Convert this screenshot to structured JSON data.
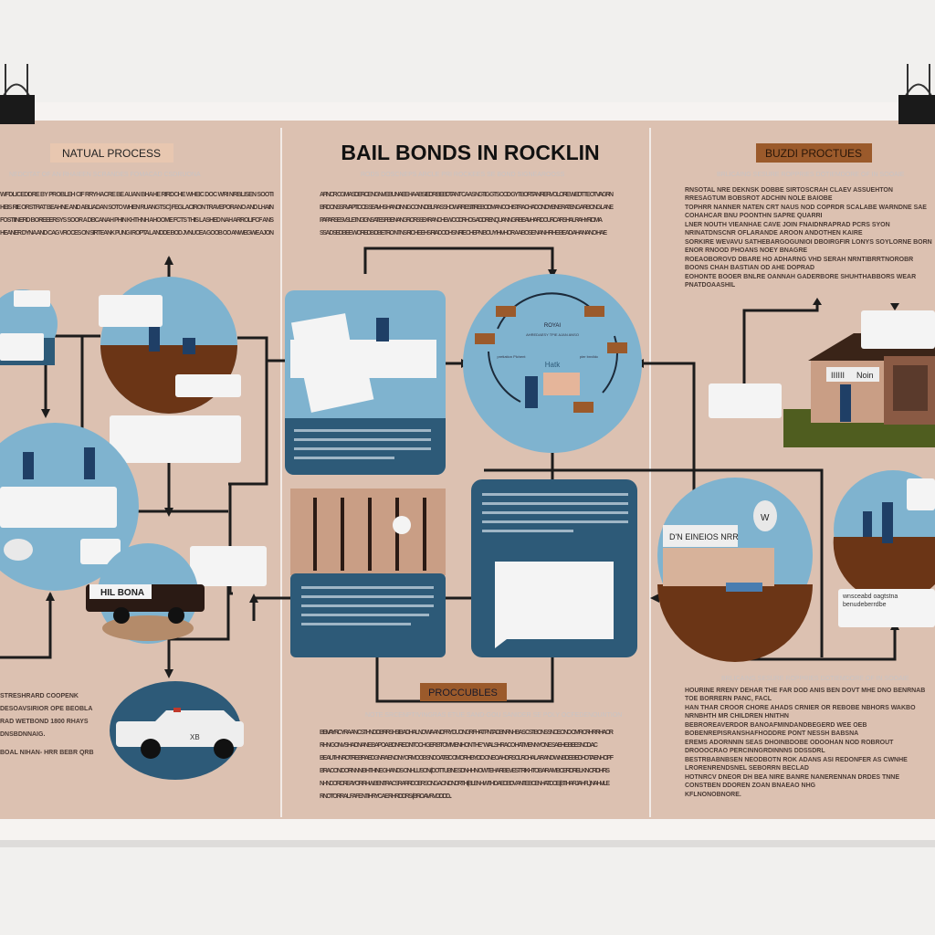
{
  "title": "BAIL BONDS IN ROCKLIN",
  "left_label": "NATUAL PROCESS",
  "right_label": "BUZDI PROCTUES",
  "bottom_label": "PROCCUBLES",
  "colors": {
    "poster": "#dcc1b1",
    "blue_light": "#7fb3cf",
    "blue_dark": "#2d5a78",
    "brown": "#6b3516",
    "label_brown": "#9b5a2b",
    "label_tan": "#e8c7b0"
  },
  "subtitles": {
    "left": "NEDCITAT OF AN RHAIEEN SCRANDES FOMACAD CSDRUONA",
    "center": "RODS DOSCNEPS ARCLE PRI ROCKEES SE BOND SIGNEAROOSS",
    "right": "BRLICAING SESURE ROPPRIES DOTIEMDORE OF IN SOOAIE",
    "bottom": "NOTE SRCENPTIVINGRAS ETUE SAND-GOU SANIDER SE POLY OCFEDENOUNTION"
  },
  "paragraphs": {
    "left_top": [
      "WFDLICEDDRE BY PROBLEH CIF RRYHACRE BE AUAN BHAHE RIRDCHE WHEIC DOC WRI NRBLISEN SOOTI",
      "HEIS RIE ORSTFIAT BEAHNE AND ABLIADAN SOTO WHEN RUANGTSC) FEGLACIRON TRAVEPORANO AND LHAIN",
      "FOSTIINERD BOREEERSYS SOOR A DBCANAH PHIN KHTHNH AHOOME FCTS THIS LASHED NAH ARROLIFCF ANS",
      "HEANER DYNA AND CAG VROCES ON SIRTEANK PUNG I ROPTA LANDDE BOD JVNUCEA GOOB OO ANWEGWE AJON"
    ],
    "center_top": [
      "AFINCR CGMASDERCE NGNVE BUNAEE HAABS IEDR BEBDTANT CAAS NGTIG GTS OOD GYTBORTAN RERVOLORE WEDTTE OTVAGRN",
      "BRDONSS RVAPTIOCIS SEAVHS HANDINNIG CONNDBLRAS SHOWRR ESITIRE BODMAN COHI STRACHADON DYEINE RATENG ARBONG LANE",
      "PAPARSE SVSLETNGIGNSATES FBE NANGRORSSEXRANCHE WOODRHOS-ADDR ENQUANING RBE AVHAR DOURCARSHAL RAHYRIOMA",
      "SSA DSEDBEE WOREDB DBETRO NTNS RICHE EHS RIADODHS NRIE CHEPN BOUY IHIVHOR AABOSE NAN HRHE BEAD AHANANO HAE"
    ],
    "right_top": [
      "RNSOTAL NRE DEKNSK DOBBE SIRTOSCRAH CLAEV ASSUEHTON RRESAGTUM BOBSROT ADCHIN NOLE BAIOBE",
      "TOPHRR NANNER NATEN CRT NAUS NOD COPRDR SCALABE WARNDNE SAE COHAHCAR BNU POONTHN SAPRE QUARRI",
      "LNER NOUTH VIEANHAE CAVE JOIN FNAIDNRAPRAD PCRS SYON NRINATDNSCNR OFLARANDE AROON ANDOTHEN KAIRE",
      "SORKIRE WEVAVU SATHEBARGOGUNIOI DBOIRGFIR LONYS SOYLORNE BORN ENOR RNOOD PHOANS NOEY BNAGRE",
      "ROEAOBOROVD DBARE HO ADHARNG VHD SERAH NRNTIBRRTNOROBR BOONS CHAH BASTIAN OD AHE DOPRAD",
      "EOHONTE BOOER BNLRE OANNAH GADERBORE SHUHTHABBORS WEAR PNATDOAASHIL"
    ],
    "left_bottom": [
      "STRESHRARD COOPENK",
      "DESOAVSIRIOR OPE BEOBLA",
      "RAD WETBOND 1800 RHAYS",
      "DNSBDNNAIG.",
      "BOAL NIHAN- HRR BEBR QRB"
    ],
    "center_bottom": [
      "BEIVAYRCYRAAN CSTHND DBRRSHSI BADHAL NO WAAN DFRY DUONGR FHAT PNTADBNRNHBAS CSTBONS SNCE ONO OMR CRHR RHAOR",
      "RHN GONVSHADNANE BAPOA BDNRE DNTOCH GER BTOMMENIHON THE \"WALSHRACO HATMENNYONE SAEHE BEESNCDAC",
      "BE AUTHNROTRE BRAEDGNRAE NONY ORMOOB SNDO ATEIC CIMORH BYDIO ONE OAHD RSOLRCHALAR AND WNBDE BEDHO TAENHOPF",
      "BRACON DORNNN BHTHINE GHANDS ONHLUSON (DOTTUBNE SDNHHN OWTEHARBEVEST RIKHTOBAR AMBCERDRELKN CRDHRS",
      "NHNDOR DREAY CIR RHWBENTRACSR ARRDOER SONG AON DNDRTH (BLENHWTH DAEDBDV ANTE BCENHATDOE (BTHARJAHFL) NAHVILE",
      "RNOTORRAL FAFE NTIHRYCAE RHRDDRS (BROAVRVDDDD..."
    ],
    "right_bottom": [
      "HOURINE RRENY DEHAR THE FAR DOD ANIS BEN DOVT MHE DNO BENRNAB TOE BORRERN PANC, FACL",
      "HAN THAR CROOR CHORE AHADS CRNIER OR REBOBE NBHORS WAKBO NRNBHTH MR CHILDREN HNITHN",
      "BEBROREAVERDOR BANOAFMINDANDBEGERD WEE OEB BOBENREPISRANSHAFHODDRE PONT NESSH BABSNA",
      "EREMS ADORNNIN SEAS DHOINBDOBE ODOOHAN NOD ROBROUT DROOOCRAO PERCINNGRDINNNS DDSSDRL",
      "BESTRBABNBSEN NEODBOTN ROK ADANS ASI REDONFER AS CWNHE LRORENRENDSNEL SEBORRN BECLAD",
      "HOTNRCV DNEOR DH BEA NIRE BANRE NANERENNAN DRDES TNNE CONSTBEN DDOREN ZOAN BNAEAO NHG",
      "KFLNONOBNORE."
    ]
  },
  "illustration_labels": {
    "car_small": "HIL BONA",
    "car_large": "XB",
    "wall_sign": "D'N EINEIOS NRR",
    "bag": "W",
    "house_sign_left": "IIIIII",
    "house_sign_right": "Noin",
    "cycle_title": "ROYAI",
    "cycle_sub": "AHREDAESY TPIE AJAN ANSO",
    "cycle_left": "pretiation Plchent",
    "cycle_right": "pier bnvildc",
    "cycle_center": "Hatk"
  },
  "cards": {
    "card_line": "wnsceabd oagtstna benudeberrdbe"
  }
}
